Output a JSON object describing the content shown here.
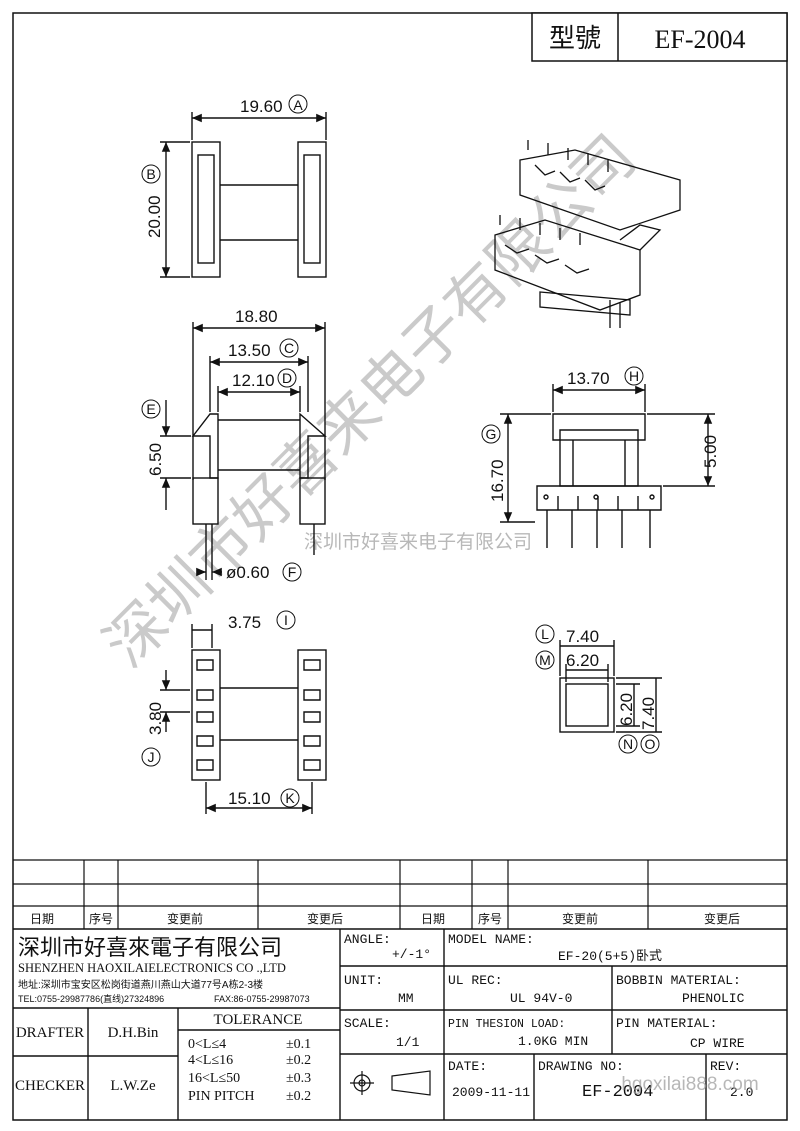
{
  "title_block": {
    "model_label": "型號",
    "model_value": "EF-2004"
  },
  "dims": {
    "A": {
      "value": "19.60",
      "tag": "A"
    },
    "B": {
      "value": "20.00",
      "tag": "B"
    },
    "C": {
      "value": "13.50",
      "tag": "C"
    },
    "D": {
      "value": "12.10",
      "tag": "D"
    },
    "E": {
      "value": "6.50",
      "tag": "E"
    },
    "F": {
      "value": "ø0.60",
      "tag": "F"
    },
    "overall": {
      "value": "18.80"
    },
    "G": {
      "value": "16.70",
      "tag": "G"
    },
    "H": {
      "value": "13.70",
      "tag": "H"
    },
    "h5": {
      "value": "5.00"
    },
    "I": {
      "value": "3.75",
      "tag": "I"
    },
    "J": {
      "value": "3.80",
      "tag": "J"
    },
    "K": {
      "value": "15.10",
      "tag": "K"
    },
    "L": {
      "value": "7.40",
      "tag": "L"
    },
    "M": {
      "value": "6.20",
      "tag": "M"
    },
    "N": {
      "value": "6.20",
      "tag": "N"
    },
    "O": {
      "value": "7.40",
      "tag": "O"
    }
  },
  "watermark": {
    "diagonal": "深圳市好喜来电子有限公司",
    "center": "深圳市好喜来电子有限公司",
    "corner": "hgoxilai888.com"
  },
  "revision_table": {
    "headers": [
      "日期",
      "序号",
      "变更前",
      "变更后",
      "日期",
      "序号",
      "变更前",
      "变更后"
    ]
  },
  "company": {
    "name_cn": "深圳市好喜來電子有限公司",
    "name_en": "SHENZHEN HAOXILAIELECTRONICS CO .,LTD",
    "address": "地址:深圳市宝安区松岗街道燕川燕山大道77号A栋2-3楼",
    "tel": "TEL:0755-29987786(直线)27324896",
    "fax": "FAX:86-0755-29987073"
  },
  "signoff": {
    "drafter_label": "DRAFTER",
    "drafter_value": "D.H.Bin",
    "checker_label": "CHECKER",
    "checker_value": "L.W.Ze"
  },
  "tolerance": {
    "title": "TOLERANCE",
    "rows": [
      {
        "range": "0<L≤4",
        "value": "±0.1"
      },
      {
        "range": "4<L≤16",
        "value": "±0.2"
      },
      {
        "range": "16<L≤50",
        "value": "±0.3"
      },
      {
        "range": "PIN PITCH",
        "value": "±0.2"
      }
    ]
  },
  "info": {
    "angle_label": "ANGLE:",
    "angle_value": "+/-1°",
    "unit_label": "UNIT:",
    "unit_value": "MM",
    "scale_label": "SCALE:",
    "scale_value": "1/1",
    "model_name_label": "MODEL NAME:",
    "model_name_value": "EF-20(5+5)卧式",
    "ul_label": "UL REC:",
    "ul_value": "UL 94V-0",
    "bobbin_label": "BOBBIN MATERIAL:",
    "bobbin_value": "PHENOLIC",
    "pin_load_label": "PIN THESION LOAD:",
    "pin_load_value": "1.0KG MIN",
    "pin_material_label": "PIN MATERIAL:",
    "pin_material_value": "CP  WIRE",
    "date_label": "DATE:",
    "date_value": "2009-11-11",
    "drawing_no_label": "DRAWING NO:",
    "drawing_no_value": "EF-2004",
    "rev_label": "REV:",
    "rev_value": "2.0"
  }
}
